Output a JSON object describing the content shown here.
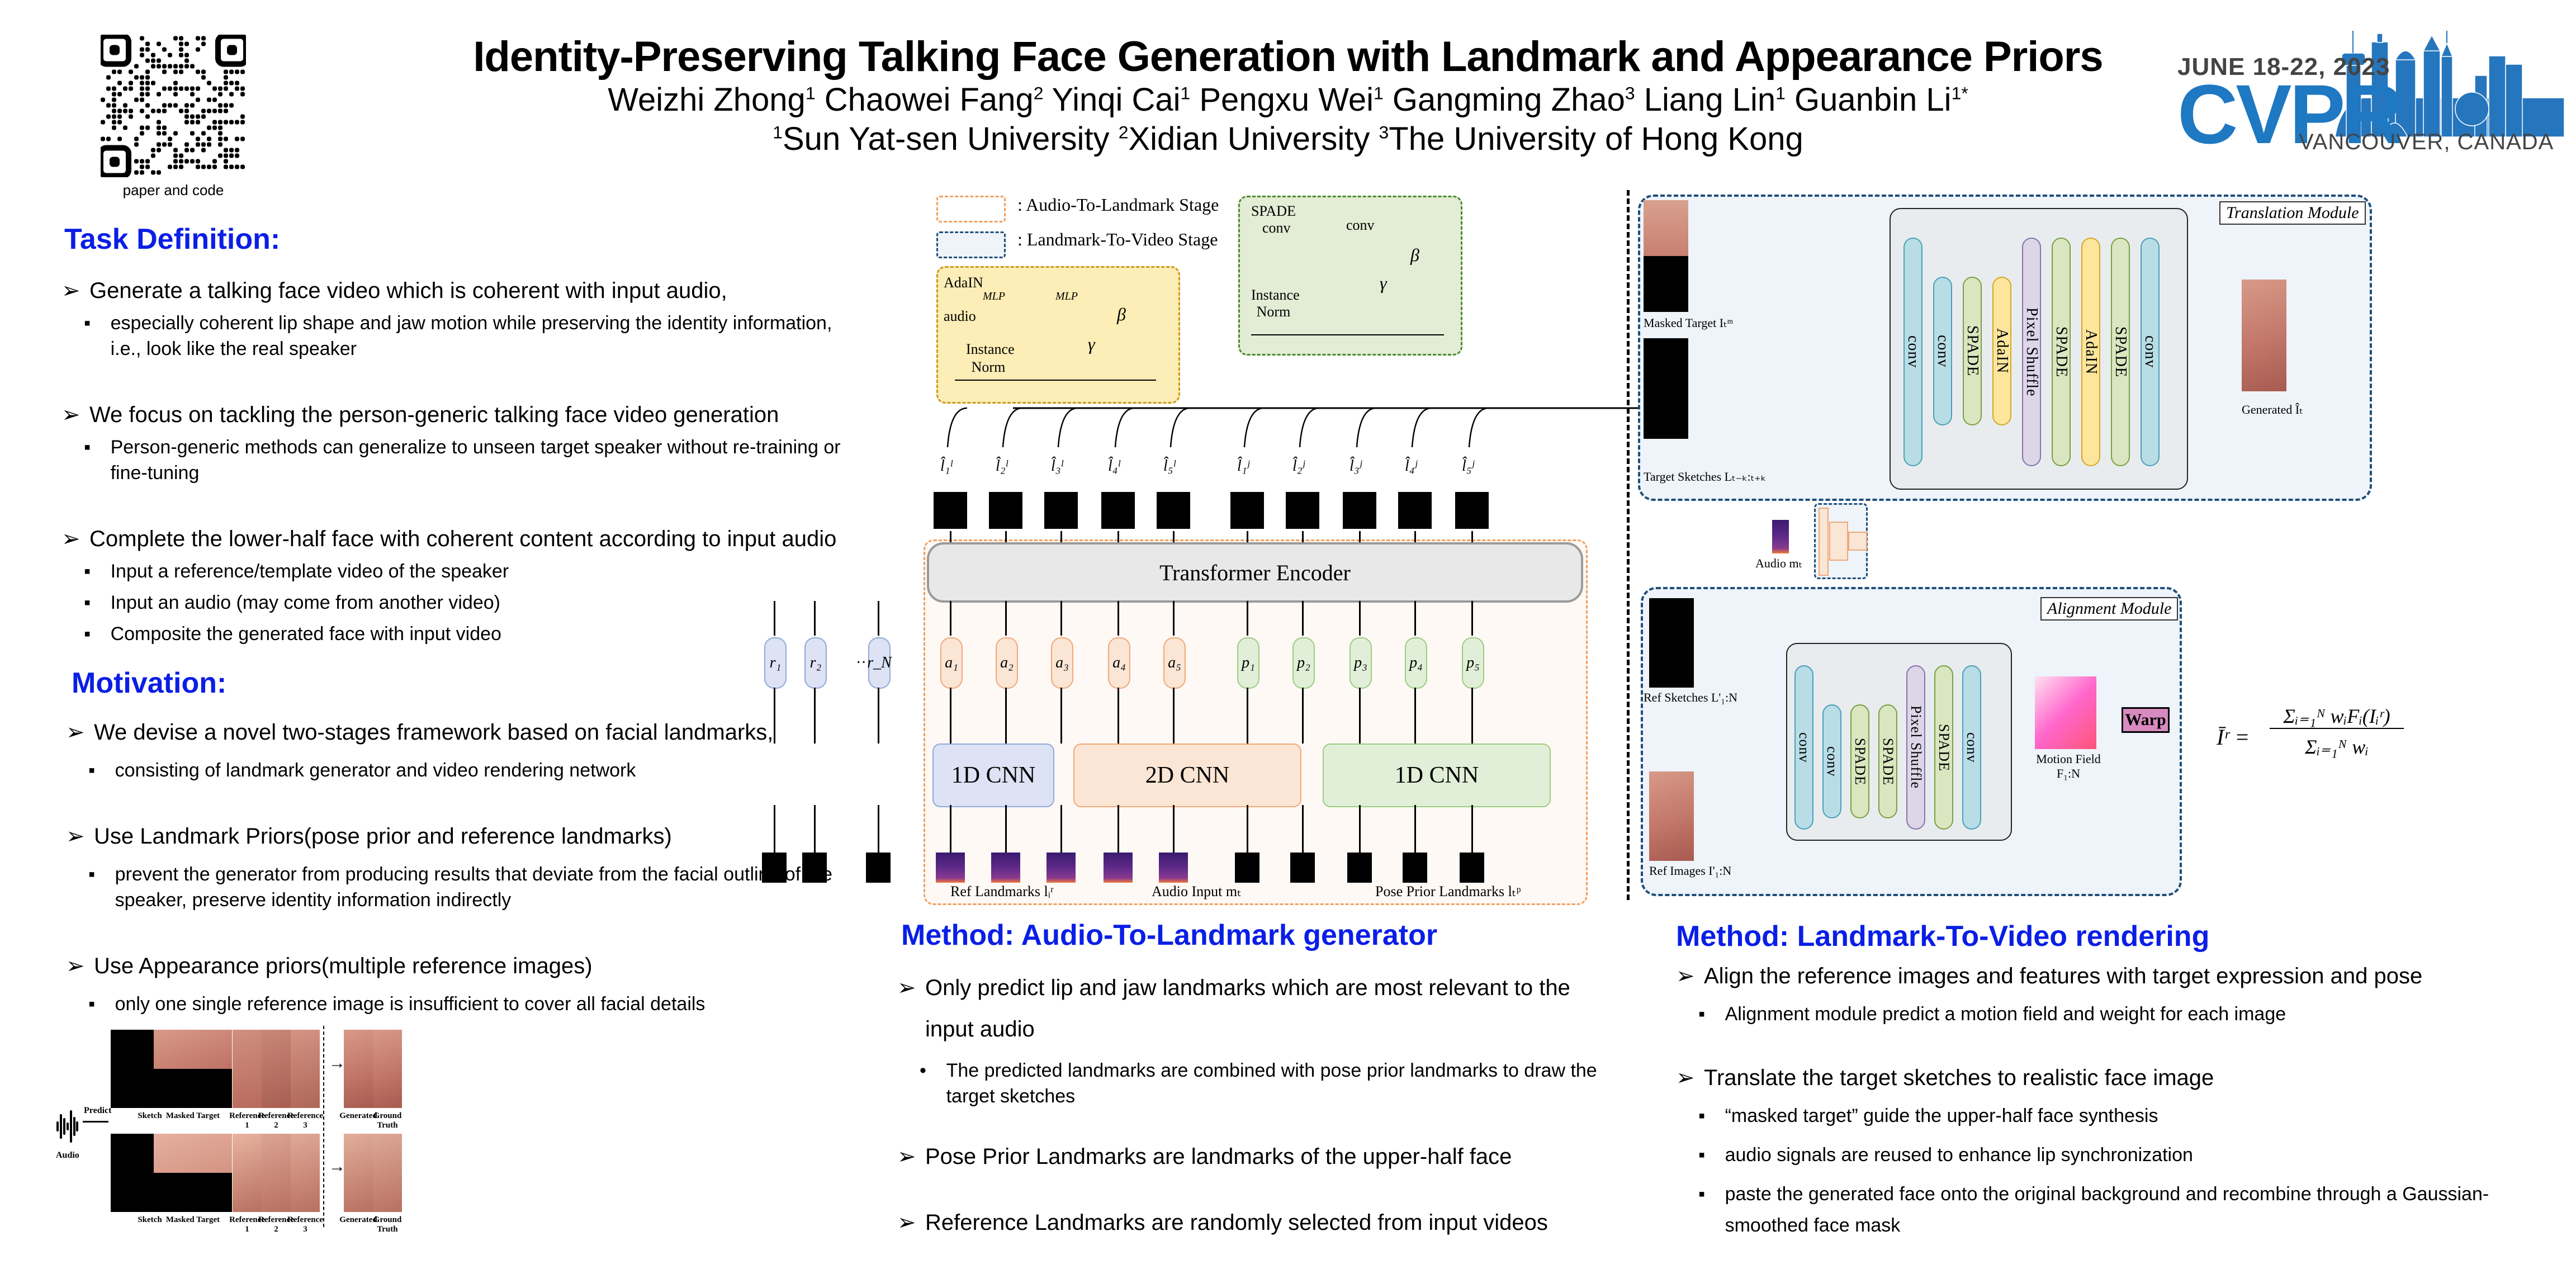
{
  "header": {
    "title": "Identity-Preserving Talking Face Generation with Landmark and Appearance Priors",
    "authors": [
      {
        "name": "Weizhi Zhong",
        "aff": "1"
      },
      {
        "name": "Chaowei Fang",
        "aff": "2"
      },
      {
        "name": "Yinqi Cai",
        "aff": "1"
      },
      {
        "name": "Pengxu Wei",
        "aff": "1"
      },
      {
        "name": "Gangming Zhao",
        "aff": "3"
      },
      {
        "name": "Liang Lin",
        "aff": "1"
      },
      {
        "name": "Guanbin Li",
        "aff": "1*"
      }
    ],
    "affiliations": [
      {
        "num": "1",
        "name": "Sun Yat-sen University"
      },
      {
        "num": "2",
        "name": "Xidian University"
      },
      {
        "num": "3",
        "name": "The University of Hong Kong"
      }
    ],
    "qr_label": "paper and code",
    "conference": {
      "date": "JUNE 18-22, 2023",
      "name": "CVPR",
      "place": "VANCOUVER, CANADA",
      "color": "#1e78c2"
    }
  },
  "colors": {
    "heading": "#0a1ee6",
    "stage1": "#f0a060",
    "stage2": "#1f4e79"
  },
  "task": {
    "heading": "Task Definition:",
    "items": [
      {
        "text": "Generate a talking face video which is coherent with input audio,",
        "sub": [
          "especially coherent lip shape and jaw motion while preserving the identity information, i.e., look like the real speaker"
        ]
      },
      {
        "text": "We focus on tackling the person-generic talking face video generation",
        "sub": [
          "Person-generic methods can generalize to unseen target speaker without re-training or fine-tuning"
        ]
      },
      {
        "text": "Complete the lower-half face with coherent content according to input audio",
        "sub": [
          "Input a reference/template video of the speaker",
          "Input an audio (may come from another video)",
          "Composite the generated face with input video"
        ]
      }
    ]
  },
  "motivation": {
    "heading": "Motivation:",
    "items": [
      {
        "text": "We devise a novel two-stages framework based on facial landmarks,",
        "sub": [
          "consisting of landmark generator and video rendering network"
        ]
      },
      {
        "text": "Use Landmark Priors(pose prior and reference landmarks)",
        "sub": [
          "prevent the generator from producing results that deviate from the facial outline of the speaker, preserve identity information indirectly"
        ]
      },
      {
        "text": "Use Appearance priors(multiple reference images)",
        "sub": [
          "only one single reference image is insufficient to cover all facial details"
        ]
      }
    ]
  },
  "results_figure": {
    "audio_label": "Audio",
    "predict_label": "Predict",
    "captions": [
      "Sketch",
      "Masked Target",
      "Reference 1",
      "Reference 2",
      "Reference 3",
      "Generated",
      "Ground Truth"
    ],
    "plus": "+",
    "arrow": "→"
  },
  "diagram": {
    "legend": [
      {
        "label": ": Audio-To-Landmark Stage"
      },
      {
        "label": ": Landmark-To-Video Stage"
      }
    ],
    "adain": {
      "title": "AdaIN",
      "mlp": "MLP",
      "audio": "audio",
      "norm": "Instance Norm",
      "beta": "β",
      "gamma": "γ"
    },
    "spade": {
      "title": "SPADE",
      "conv": "conv",
      "norm": "Instance Norm",
      "beta": "β",
      "gamma": "γ"
    },
    "transformer": "Transformer Encoder",
    "out_lip": [
      "l̂₁ˡ",
      "l̂₂ˡ",
      "l̂₃ˡ",
      "l̂₄ˡ",
      "l̂₅ˡ"
    ],
    "out_jaw": [
      "l̂₁ʲ",
      "l̂₂ʲ",
      "l̂₃ʲ",
      "l̂₄ʲ",
      "l̂₅ʲ"
    ],
    "ref_tokens": [
      "r₁",
      "r₂",
      "···",
      "r_N"
    ],
    "audio_tokens": [
      "a₁",
      "a₂",
      "a₃",
      "a₄",
      "a₅"
    ],
    "pose_tokens": [
      "p₁",
      "p₂",
      "p₃",
      "p₄",
      "p₅"
    ],
    "encoders": [
      "1D CNN",
      "2D CNN",
      "1D CNN"
    ],
    "inputs": [
      "Ref Landmarks lᵢʳ",
      "Audio Input mₜ",
      "Pose Prior Landmarks lₜᵖ"
    ],
    "translation": {
      "title": "Translation Module",
      "masked": "Masked Target Iₜᵐ",
      "sketches": "Target Sketches Lₜ₋ₖ:ₜ₊ₖ",
      "generated": "Generated Îₜ",
      "layers": [
        "conv",
        "conv",
        "SPADE",
        "AdaIN",
        "Pixel Shuffle",
        "SPADE",
        "AdaIN",
        "SPADE",
        "conv"
      ]
    },
    "audio_enc": "Audio mₜ",
    "alignment": {
      "title": "Alignment Module",
      "ref_sketches": "Ref Sketches L'₁:N",
      "ref_images": "Ref Images I'₁:N",
      "motion": "Motion Field F₁:N",
      "warp": "Warp",
      "layers": [
        "conv",
        "conv",
        "SPADE",
        "SPADE",
        "Pixel Shuffle",
        "SPADE",
        "conv"
      ]
    },
    "formula": {
      "lhs": "Īʳ =",
      "num": "Σᵢ₌₁ᴺ wᵢFᵢ(Iᵢʳ)",
      "den": "Σᵢ₌₁ᴺ wᵢ"
    }
  },
  "method_a2l": {
    "heading": "Method: Audio-To-Landmark generator",
    "items": [
      {
        "text": "Only predict lip and jaw landmarks which are most relevant to the input audio",
        "sub": [
          "The predicted landmarks  are combined with pose prior landmarks to draw the target sketches"
        ]
      },
      {
        "text": "Pose Prior Landmarks are landmarks of the upper-half face",
        "sub": []
      },
      {
        "text": "Reference Landmarks are randomly selected from input videos",
        "sub": []
      }
    ]
  },
  "method_l2v": {
    "heading": "Method: Landmark-To-Video rendering",
    "items": [
      {
        "text": "Align the reference images and features with target expression and pose",
        "sub": [
          "Alignment module predict a motion field and weight for each image"
        ]
      },
      {
        "text": "Translate the target sketches to realistic face image",
        "sub": [
          "“masked target” guide the upper-half face synthesis",
          "audio signals are reused to enhance lip synchronization",
          "paste the generated face onto the original background and recombine through a Gaussian-smoothed face mask"
        ]
      }
    ]
  }
}
